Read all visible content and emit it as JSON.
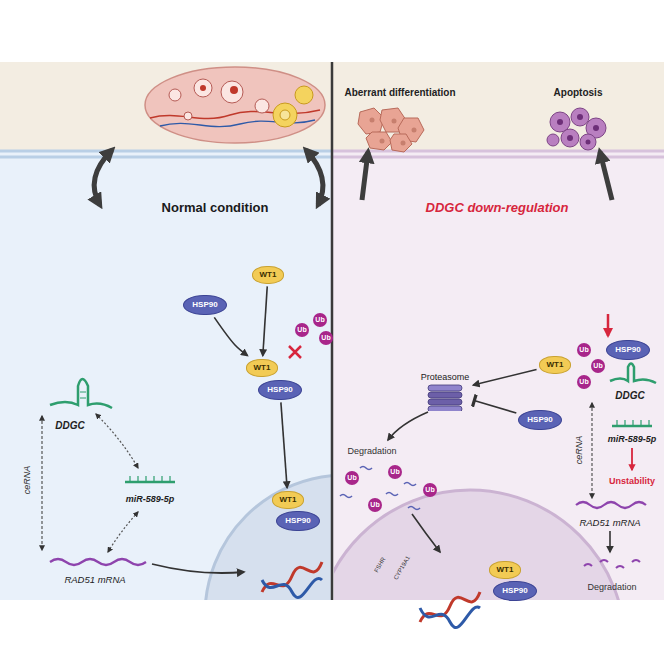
{
  "diagram": {
    "nodes": [
      {
        "text": [
          "HSP90"
        ]
      },
      {
        "text": [
          "WT1"
        ]
      },
      {
        "text": [
          "WT1"
        ]
      },
      {
        "text": [
          "HSP90"
        ]
      },
      {
        "text": [
          "WT1"
        ]
      },
      {
        "text": [
          "HSP90"
        ]
      },
      {
        "text": [
          "Proteasome"
        ]
      },
      {
        "text": [
          "WT1"
        ]
      },
      {
        "text": [
          "HSP90"
        ]
      },
      {
        "text": [
          "HSP90"
        ]
      },
      {
        "text": [
          "WT1"
        ]
      },
      {
        "text": [
          "HSP90"
        ]
      }
    ],
    "edges": [
      {
        "from": 0,
        "to": 2,
        "arrow": "to"
      },
      {
        "from": 1,
        "to": 2,
        "arrow": "to"
      },
      {
        "from": 3,
        "to": 4,
        "arrow": "to"
      },
      {
        "from": 7,
        "to": 6,
        "arrow": "to"
      },
      {
        "from": 9,
        "to": 6,
        "arrow": "to"
      }
    ],
    "labels": [
      "Aberrant differentiation",
      "Apoptosis",
      "Normal condition",
      "DDGC down-regulation",
      "Ub",
      "Ub",
      "Ub",
      "DDGC",
      "ceRNA",
      "miR-589-5p",
      "RAD51 mRNA",
      "Degradation",
      "Ub",
      "Ub",
      "Ub",
      "Ub",
      "Ub",
      "Ub",
      "Ub",
      "DDGC",
      "ceRNA",
      "miR-589-5p",
      "Unstability",
      "RAD51 mRNA",
      "Degradation",
      "FSHR",
      "CYP19A1"
    ]
  }
}
